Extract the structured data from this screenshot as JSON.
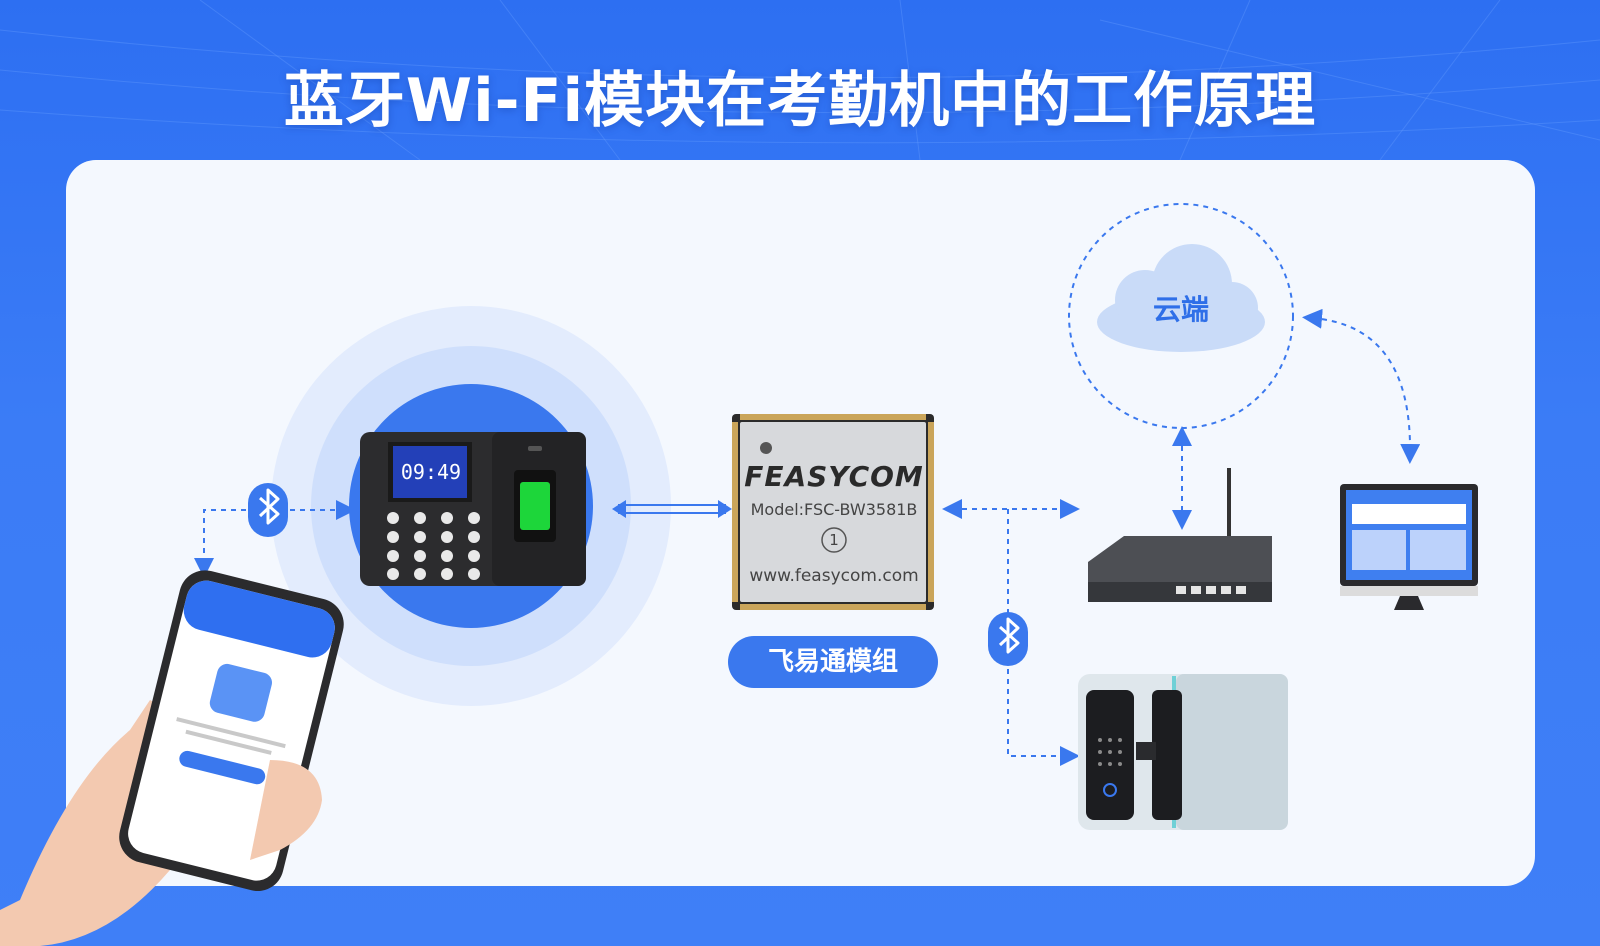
{
  "title": "蓝牙Wi-Fi模块在考勤机中的工作原理",
  "module_label": "飞易通模组",
  "cloud_label": "云端",
  "chip": {
    "brand": "FEASYCOM",
    "model": "Model:FSC-BW3581B",
    "pin_mark": "1",
    "url": "www.feasycom.com"
  },
  "attendance_machine": {
    "screen_time": "09:49"
  },
  "icons": {
    "bluetooth_1": "bluetooth-icon",
    "bluetooth_2": "bluetooth-icon",
    "cloud": "cloud-icon",
    "router": "router-icon",
    "monitor": "monitor-icon",
    "door_lock": "smart-lock-icon",
    "phone": "smartphone-icon"
  },
  "colors": {
    "background": "#3b7cf6",
    "panel": "#f4f8fe",
    "accent": "#3a78ee",
    "arrow": "#3a78ee"
  }
}
